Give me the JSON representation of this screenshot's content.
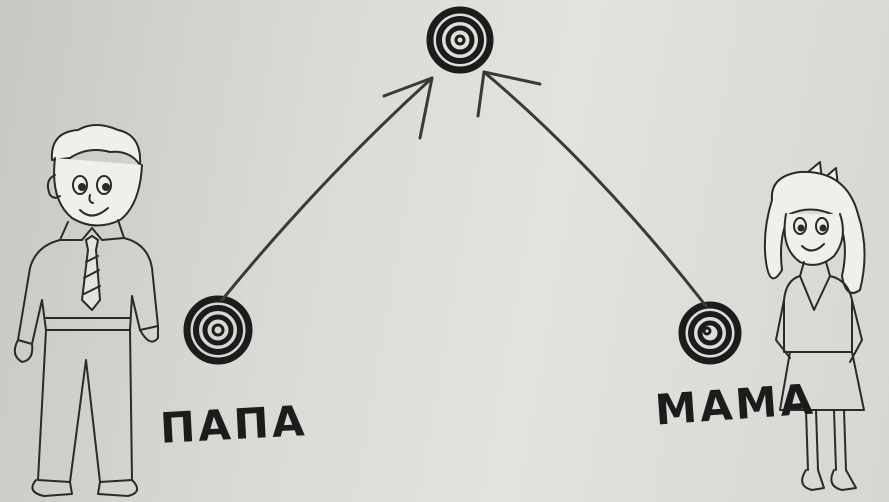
{
  "labels": {
    "papa": "ПАПА",
    "mama": "МАМА"
  },
  "figures": {
    "papa": "cartoon-boy-figure",
    "mama": "cartoon-girl-figure"
  },
  "colors": {
    "board": "#dcdad5",
    "marker": "#1c1c1c"
  }
}
